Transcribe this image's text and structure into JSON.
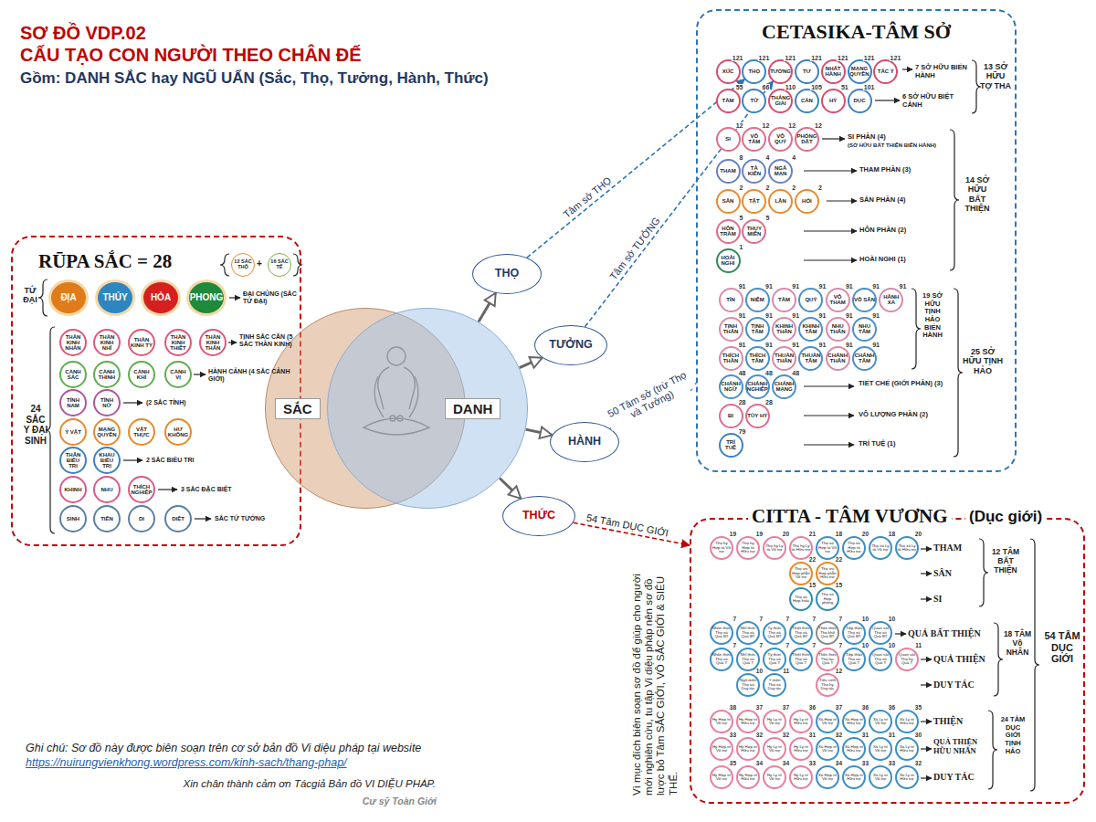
{
  "diagram": {
    "title": "SƠ ĐỒ VDP.02",
    "nodes": [
      {
        "text": [
          "RŪPA SẮC = 28"
        ]
      },
      {
        "text": [
          "12 SẮC THÔ"
        ],
        "in": 0
      },
      {
        "text": [
          "16 SẮC TẾ"
        ],
        "in": 0
      },
      {
        "text": [
          "ĐỊA"
        ],
        "in": 0
      },
      {
        "text": [
          "THỦY"
        ],
        "in": 0
      },
      {
        "text": [
          "HỎA"
        ],
        "in": 0
      },
      {
        "text": [
          "PHONG"
        ],
        "in": 0
      },
      {
        "text": [
          "THẦN KINH NHÃN"
        ],
        "in": 0
      },
      {
        "text": [
          "THẦN KINH NHĨ"
        ],
        "in": 0
      },
      {
        "text": [
          "THẦN KINH TỶ"
        ],
        "in": 0
      },
      {
        "text": [
          "THẦN KINH THIỆT"
        ],
        "in": 0
      },
      {
        "text": [
          "THẦN KINH THÂN"
        ],
        "in": 0
      },
      {
        "text": [
          "CẢNH SẮC"
        ],
        "in": 0
      },
      {
        "text": [
          "CẢNH THINH"
        ],
        "in": 0
      },
      {
        "text": [
          "CẢNH KHÍ"
        ],
        "in": 0
      },
      {
        "text": [
          "CẢNH VỊ"
        ],
        "in": 0
      },
      {
        "text": [
          "TÍNH NAM"
        ],
        "in": 0
      },
      {
        "text": [
          "TÍNH NỮ"
        ],
        "in": 0
      },
      {
        "text": [
          "Ý VẬT"
        ],
        "in": 0
      },
      {
        "text": [
          "MẠNG QUYỀN"
        ],
        "in": 0
      },
      {
        "text": [
          "VẬT THỰC"
        ],
        "in": 0
      },
      {
        "text": [
          "HƯ KHÔNG"
        ],
        "in": 0
      },
      {
        "text": [
          "THÂN BIỂU TRI"
        ],
        "in": 0
      },
      {
        "text": [
          "KHẨU BIỂU TRI"
        ],
        "in": 0
      },
      {
        "text": [
          "KHINH"
        ],
        "in": 0
      },
      {
        "text": [
          "NHU"
        ],
        "in": 0
      },
      {
        "text": [
          "THÍCH NGHIỆP"
        ],
        "in": 0
      },
      {
        "text": [
          "SINH"
        ],
        "in": 0
      },
      {
        "text": [
          "TIẾN"
        ],
        "in": 0
      },
      {
        "text": [
          "DI"
        ],
        "in": 0
      },
      {
        "text": [
          "DIỆT"
        ],
        "in": 0
      },
      {
        "text": [
          "SẮC"
        ]
      },
      {
        "text": [
          "DANH"
        ]
      },
      {
        "text": [
          "THỌ"
        ]
      },
      {
        "text": [
          "TƯỞNG"
        ]
      },
      {
        "text": [
          "HÀNH"
        ]
      },
      {
        "text": [
          "THỨC"
        ]
      },
      {
        "text": [
          "CETASIKA-TÂM SỞ"
        ]
      },
      {
        "text": [
          "121",
          "XÚC"
        ],
        "in": 37
      },
      {
        "text": [
          "121",
          "THỌ"
        ],
        "in": 37
      },
      {
        "text": [
          "121",
          "TƯỞNG"
        ],
        "in": 37
      },
      {
        "text": [
          "121",
          "TƯ"
        ],
        "in": 37
      },
      {
        "text": [
          "121",
          "NHẤT HÀNH"
        ],
        "in": 37
      },
      {
        "text": [
          "121",
          "MẠNG QUYỀN"
        ],
        "in": 37
      },
      {
        "text": [
          "121",
          "TÁC Ý"
        ],
        "in": 37
      },
      {
        "text": [
          "55",
          "TẦM"
        ],
        "in": 37
      },
      {
        "text": [
          "66",
          "TỨ"
        ],
        "in": 37
      },
      {
        "text": [
          "110",
          "THẮNG GIẢI"
        ],
        "in": 37
      },
      {
        "text": [
          "105",
          "CẦN"
        ],
        "in": 37
      },
      {
        "text": [
          "51",
          "HỶ"
        ],
        "in": 37
      },
      {
        "text": [
          "101",
          "DỤC"
        ],
        "in": 37
      },
      {
        "text": [
          "12",
          "SI"
        ],
        "in": 37
      },
      {
        "text": [
          "12",
          "VÔ TÀM"
        ],
        "in": 37
      },
      {
        "text": [
          "12",
          "VÔ QUÝ"
        ],
        "in": 37
      },
      {
        "text": [
          "12",
          "PHÓNG DẬT"
        ],
        "in": 37
      },
      {
        "text": [
          "8",
          "THAM"
        ],
        "in": 37
      },
      {
        "text": [
          "4",
          "TÀ KIẾN"
        ],
        "in": 37
      },
      {
        "text": [
          "4",
          "NGÃ MẠN"
        ],
        "in": 37
      },
      {
        "text": [
          "2",
          "SÂN"
        ],
        "in": 37
      },
      {
        "text": [
          "2",
          "TẬT"
        ],
        "in": 37
      },
      {
        "text": [
          "2",
          "LẬN"
        ],
        "in": 37
      },
      {
        "text": [
          "2",
          "HỐI"
        ],
        "in": 37
      },
      {
        "text": [
          "5",
          "HÔN TRẦM"
        ],
        "in": 37
      },
      {
        "text": [
          "5",
          "THỤY MIÊN"
        ],
        "in": 37
      },
      {
        "text": [
          "1",
          "HOÀI NGHI"
        ],
        "in": 37
      },
      {
        "text": [
          "91",
          "TÍN"
        ],
        "in": 37
      },
      {
        "text": [
          "91",
          "NIỆM"
        ],
        "in": 37
      },
      {
        "text": [
          "91",
          "TÀM"
        ],
        "in": 37
      },
      {
        "text": [
          "91",
          "QUÝ"
        ],
        "in": 37
      },
      {
        "text": [
          "91",
          "VÔ THAM"
        ],
        "in": 37
      },
      {
        "text": [
          "91",
          "VÔ SÂN"
        ],
        "in": 37
      },
      {
        "text": [
          "91",
          "HÀNH XẢ"
        ],
        "in": 37
      },
      {
        "text": [
          "91",
          "TỊNH THÂN"
        ],
        "in": 37
      },
      {
        "text": [
          "91",
          "TỊNH TÂM"
        ],
        "in": 37
      },
      {
        "text": [
          "91",
          "KHINH THÂN"
        ],
        "in": 37
      },
      {
        "text": [
          "91",
          "KHINH TÂM"
        ],
        "in": 37
      },
      {
        "text": [
          "91",
          "NHU THÂN"
        ],
        "in": 37
      },
      {
        "text": [
          "91",
          "NHU TÂM"
        ],
        "in": 37
      },
      {
        "text": [
          "91",
          "THÍCH THÂN"
        ],
        "in": 37
      },
      {
        "text": [
          "91",
          "THÍCH TÂM"
        ],
        "in": 37
      },
      {
        "text": [
          "91",
          "THUẦN THÂN"
        ],
        "in": 37
      },
      {
        "text": [
          "91",
          "THUẦN TÂM"
        ],
        "in": 37
      },
      {
        "text": [
          "91",
          "CHÁNH THÂN"
        ],
        "in": 37
      },
      {
        "text": [
          "91",
          "CHÁNH TÂM"
        ],
        "in": 37
      },
      {
        "text": [
          "48",
          "CHÁNH NGỮ"
        ],
        "in": 37
      },
      {
        "text": [
          "48",
          "CHÁNH NGHIỆP"
        ],
        "in": 37
      },
      {
        "text": [
          "48",
          "CHÁNH MẠNG"
        ],
        "in": 37
      },
      {
        "text": [
          "28",
          "BI"
        ],
        "in": 37
      },
      {
        "text": [
          "28",
          "TÙY HỶ"
        ],
        "in": 37
      },
      {
        "text": [
          "79",
          "TRÍ TUỆ"
        ],
        "in": 37
      },
      {
        "text": [
          "CITTA - TÂM VƯƠNG",
          "(Dục giới)"
        ]
      },
      {
        "text": [
          "19",
          "Thọ hỷ Hợp tà Vô trợ"
        ],
        "in": 90
      },
      {
        "text": [
          "19",
          "Thọ hỷ Hợp tà Hữu trợ"
        ],
        "in": 90
      },
      {
        "text": [
          "20",
          "Thọ hỷ Ly tà Vô trợ"
        ],
        "in": 90
      },
      {
        "text": [
          "21",
          "Thọ hỷ Ly tà Hữu trợ"
        ],
        "in": 90
      },
      {
        "text": [
          "18",
          "Thọ xả Hợp tà Vô trợ"
        ],
        "in": 90
      },
      {
        "text": [
          "20",
          "Thọ xả Hợp tà Hữu trợ"
        ],
        "in": 90
      },
      {
        "text": [
          "18",
          "Thọ xả Ly tà Vô trợ"
        ],
        "in": 90
      },
      {
        "text": [
          "20",
          "Thọ xả Ly tà Hữu trợ"
        ],
        "in": 90
      },
      {
        "text": [
          "22",
          "Thọ ưu Hợp phẫn Vô trợ"
        ],
        "in": 90
      },
      {
        "text": [
          "22",
          "Thọ ưu Hợp phẫn Hữu trợ"
        ],
        "in": 90
      },
      {
        "text": [
          "15",
          "Thọ xả Hợp hoài"
        ],
        "in": 90
      },
      {
        "text": [
          "15",
          "Thọ xả Hợp phóng"
        ],
        "in": 90
      },
      {
        "text": [
          "7",
          "Nhãn thức Thọ xả Quả BT"
        ],
        "in": 90
      },
      {
        "text": [
          "7",
          "Nhĩ thức Thọ xả Quả BT"
        ],
        "in": 90
      },
      {
        "text": [
          "7",
          "Tỷ thức Thọ xả Quả BT"
        ],
        "in": 90
      },
      {
        "text": [
          "7",
          "Thiệt thức Thọ xả Quả BT"
        ],
        "in": 90
      },
      {
        "text": [
          "7",
          "Thân thức Thọ khổ Quả BT"
        ],
        "in": 90
      },
      {
        "text": [
          "10",
          "Tiếp thâu Thọ xả Quả BT"
        ],
        "in": 90
      },
      {
        "text": [
          "10",
          "Quan sát Thọ xả Quả BT"
        ],
        "in": 90
      },
      {
        "text": [
          "7",
          "Nhãn thức Thọ xả Quả T"
        ],
        "in": 90
      },
      {
        "text": [
          "7",
          "Nhĩ thức Thọ xả Quả T"
        ],
        "in": 90
      },
      {
        "text": [
          "7",
          "Tỷ thức Thọ xả Quả T"
        ],
        "in": 90
      },
      {
        "text": [
          "7",
          "Thiệt thức Thọ xả Quả T"
        ],
        "in": 90
      },
      {
        "text": [
          "7",
          "Thân thức Thọ lạc Quả T"
        ],
        "in": 90
      },
      {
        "text": [
          "10",
          "Tiếp thâu Thọ xả Quả T"
        ],
        "in": 90
      },
      {
        "text": [
          "10",
          "Quan sát Thọ xả Quả T"
        ],
        "in": 90
      },
      {
        "text": [
          "11",
          "Quan sát Thọ hỷ Quả T"
        ],
        "in": 90
      },
      {
        "text": [
          "10",
          "Ngũ môn Thọ xả Duy tác"
        ],
        "in": 90
      },
      {
        "text": [
          "11",
          "Ý môn Thọ xả Duy tác"
        ],
        "in": 90
      },
      {
        "text": [
          "12",
          "Tiếu sinh Thọ hỷ Duy tác"
        ],
        "in": 90
      },
      {
        "text": [
          "38",
          "Hỷ Hợp trí Vô trợ"
        ],
        "in": 90
      },
      {
        "text": [
          "37",
          "Hỷ Hợp trí Hữu trợ"
        ],
        "in": 90
      },
      {
        "text": [
          "37",
          "Hỷ Ly trí Vô trợ"
        ],
        "in": 90
      },
      {
        "text": [
          "36",
          "Hỷ Ly trí Hữu trợ"
        ],
        "in": 90
      },
      {
        "text": [
          "37",
          "Xả Hợp trí Vô trợ"
        ],
        "in": 90
      },
      {
        "text": [
          "36",
          "Xả Hợp trí Hữu trợ"
        ],
        "in": 90
      },
      {
        "text": [
          "36",
          "Xả Ly trí Vô trợ"
        ],
        "in": 90
      },
      {
        "text": [
          "35",
          "Xả Ly trí Hữu trợ"
        ],
        "in": 90
      },
      {
        "text": [
          "33",
          "Hỷ Hợp trí Vô trợ"
        ],
        "in": 90
      },
      {
        "text": [
          "32",
          "Hỷ Hợp trí Hữu trợ"
        ],
        "in": 90
      },
      {
        "text": [
          "32",
          "Hỷ Ly trí Vô trợ"
        ],
        "in": 90
      },
      {
        "text": [
          "31",
          "Hỷ Ly trí Hữu trợ"
        ],
        "in": 90
      },
      {
        "text": [
          "32",
          "Xả Hợp trí Vô trợ"
        ],
        "in": 90
      },
      {
        "text": [
          "31",
          "Xả Hợp trí Hữu trợ"
        ],
        "in": 90
      },
      {
        "text": [
          "31",
          "Xả Ly trí Vô trợ"
        ],
        "in": 90
      },
      {
        "text": [
          "30",
          "Xả Ly trí Hữu trợ"
        ],
        "in": 90
      },
      {
        "text": [
          "35",
          "Hỷ Hợp trí Vô trợ"
        ],
        "in": 90
      },
      {
        "text": [
          "34",
          "Hỷ Hợp trí Hữu trợ"
        ],
        "in": 90
      },
      {
        "text": [
          "34",
          "Hỷ Ly trí Vô trợ"
        ],
        "in": 90
      },
      {
        "text": [
          "33",
          "Hỷ Ly trí Hữu trợ"
        ],
        "in": 90
      },
      {
        "text": [
          "34",
          "Xả Hợp trí Vô trợ"
        ],
        "in": 90
      },
      {
        "text": [
          "33",
          "Xả Hợp trí Hữu trợ"
        ],
        "in": 90
      },
      {
        "text": [
          "33",
          "Xả Ly trí Vô trợ"
        ],
        "in": 90
      },
      {
        "text": [
          "32",
          "Xả Ly trí Hữu trợ"
        ],
        "in": 90
      }
    ],
    "edges": [
      {
        "from": 32,
        "to": 33,
        "arrow": "to"
      },
      {
        "from": 32,
        "to": 34,
        "arrow": "to"
      },
      {
        "from": 32,
        "to": 35,
        "arrow": "to"
      },
      {
        "from": 32,
        "to": 36,
        "arrow": "to"
      },
      {
        "from": 33,
        "to": 39,
        "label": "Tâm sở THỌ",
        "arrow": "to"
      },
      {
        "from": 34,
        "to": 40,
        "label": "Tâm sở TƯỞNG",
        "arrow": "to"
      },
      {
        "from": 35,
        "to": 37,
        "label": "50 Tâm sở (trừ Thọ và Tưởng)",
        "arrow": "to"
      },
      {
        "from": 36,
        "to": 90,
        "label": "54 Tâm DỤC GIỚI",
        "arrow": "to"
      }
    ],
    "labels": [
      "CẤU TẠO CON NGƯỜI THEO CHÂN ĐẾ",
      "Gồm: DANH SẮC hay NGŨ UẨN (Sắc, Thọ, Tưởng, Hành, Thức)",
      "TỨ ĐẠI",
      "ĐẠI CHỦNG (SẮC TỨ ĐẠI)",
      "24 SẮC Y ĐẠI SINH",
      "TỊNH SẮC CĂN (5 SẮC THẦN KINH)",
      "HÀNH CẢNH (4 SẮC CẢNH GIỚI)",
      "(2 SẮC TÍNH)",
      "2 SẮC BIỂU TRI",
      "3 SẮC ĐẶC BIỆT",
      "SẮC TỨ TƯỚNG",
      "+",
      "7 SỞ HỮU BIẾN HÀNH",
      "6 SỞ HỮU BIỆT CẢNH",
      "13 SỞ HỮU TỢ THA",
      "SI PHẦN (4)",
      "(SỞ HỮU BẤT THIỆN BIẾN HÀNH)",
      "THAM PHẦN (3)",
      "SÂN PHẦN (4)",
      "HÔN PHẦN (2)",
      "HOÀI NGHI (1)",
      "14 SỞ HỮU BẤT THIỆN",
      "19 SỞ HỮU TỊNH HẢO BIẾN HÀNH",
      "TIẾT CHẾ (GIỚI PHẦN) (3)",
      "VÔ LƯỢNG PHẦN (2)",
      "TRÍ TUỆ (1)",
      "25 SỞ HỮU TỊNH HẢO",
      "THAM",
      "SÂN",
      "SI",
      "12 TÂM BẤT THIỆN",
      "QUẢ BẤT THIỆN",
      "QUẢ THIỆN",
      "DUY TÁC",
      "18 TÂM Vô NHÂN",
      "THIỆN",
      "QUẢ THIỆN HỮU NHÂN",
      "DUY TÁC",
      "24 TÂM DỤC GIỚI TỊNH HẢO",
      "54 TÂM DỤC GIỚI",
      "Vì mục đích biên soạn sơ đồ để giúp cho người mới nghiên cứu, tu tập Vi diệu pháp nên sơ đồ lược bỏ Tâm SẮC GIỚI, VÔ SẮC GIỚI & SIÊU THẾ.",
      "Ghi chú: Sơ đồ này được biên soạn trên cơ sở bản đồ Vi diệu pháp tại website ",
      "https://nuirungvienkhong.wordpress.com/kinh-sach/thang-phap/",
      "Xin chân thành cảm ơn Tácgiả Bản đồ VI DIỆU PHÁP.",
      "Cư sỹ Toàn Giới"
    ]
  }
}
